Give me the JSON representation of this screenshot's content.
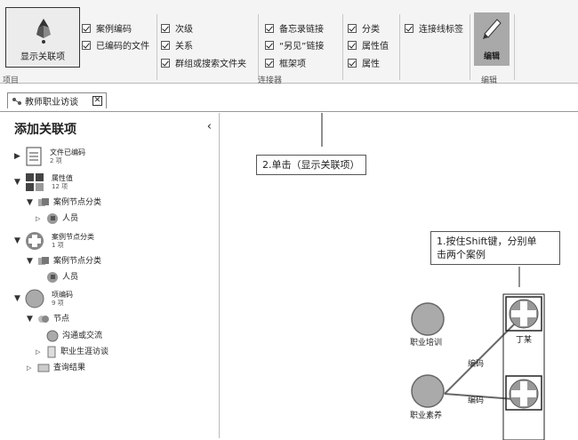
{
  "ribbon": {
    "show_button": {
      "label": "显示关联项",
      "icon": "show-associations-icon"
    },
    "group_partial_label": "项目",
    "connector_group_label": "连接器",
    "edit_group_label": "编辑",
    "edit_button_label": "编辑",
    "options": {
      "col1": [
        "案例编码",
        "已编码的文件"
      ],
      "col2": [
        "次级",
        "关系",
        "群组或搜索文件夹"
      ],
      "col3": [
        "备忘录链接",
        "“另见”链接",
        "框架项"
      ],
      "col4": [
        "分类",
        "属性值",
        "属性"
      ],
      "col5": [
        "连接线标签"
      ]
    }
  },
  "tab": {
    "label": "教师职业访谈",
    "close_label": "✕"
  },
  "panel": {
    "title": "添加关联项",
    "collapse_label": "‹",
    "tree": [
      {
        "name": "文件已编码",
        "sub": "2 项"
      },
      {
        "name": "属性值",
        "sub": "12 项"
      },
      {
        "name": "案例节点分类"
      },
      {
        "name": "人员"
      },
      {
        "name": "案例节点分类",
        "sub": "1 项"
      },
      {
        "name": "案例节点分类"
      },
      {
        "name": "人员"
      },
      {
        "name": "项编码",
        "sub": "9 项"
      },
      {
        "name": "节点"
      },
      {
        "name": "沟通或交流"
      },
      {
        "name": "职业生涯访谈"
      },
      {
        "name": "查询结果"
      }
    ]
  },
  "canvas": {
    "callout_click": "2.单击（显示关联项）",
    "callout_shift_line1": "1.按住Shift键，分别单",
    "callout_shift_line2": "击两个案例",
    "node_training": "职业培训",
    "node_quality": "职业素养",
    "node_case1": "丁某",
    "edge_label1": "编码",
    "edge_label2": "编码"
  }
}
